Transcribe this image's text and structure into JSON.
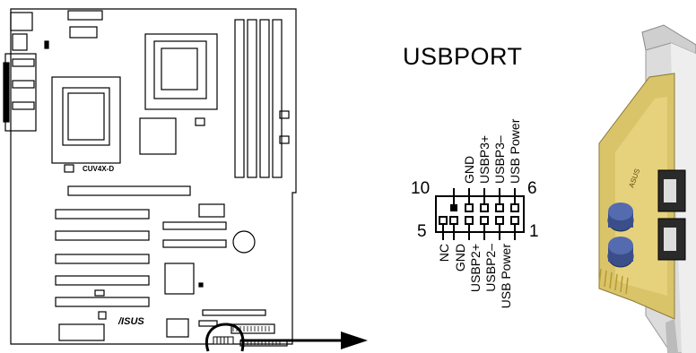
{
  "board": {
    "model_label": "CUV4X-D",
    "logo_text": "/ISUS"
  },
  "connector": {
    "title": "USBPORT",
    "pin_top_right": "6",
    "pin_top_left": "10",
    "pin_bottom_left": "5",
    "pin_bottom_right": "1",
    "top_labels": [
      "USB Power",
      "USBP3–",
      "USBP3+",
      "GND"
    ],
    "bottom_labels": [
      "USB Power",
      "USBP2–",
      "USBP2+",
      "GND",
      "NC"
    ]
  },
  "bracket": {
    "pcb_label": "ASUS"
  },
  "colors": {
    "line": "#000000",
    "pcb": "#d9c46a",
    "bracket": "#d8d8d8",
    "capacitor": "#3a4f8a"
  }
}
